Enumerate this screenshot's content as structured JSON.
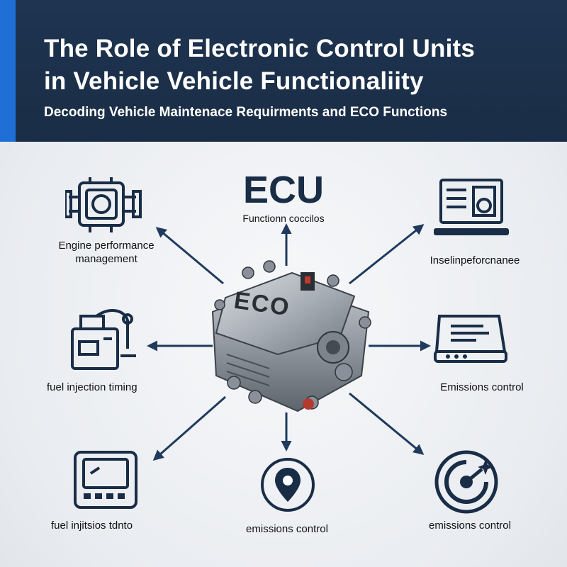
{
  "header": {
    "title_line1": "The Role of Electronic Control Units",
    "title_line2": "in Vehicle Vehicle Functionaliity",
    "subtitle": "Decoding Vehicle Maintenace Requirments and ECO Functions"
  },
  "center": {
    "title": "ECU",
    "subtitle": "Functionn coccilos",
    "module_text": "ECO"
  },
  "nodes": {
    "top_left": {
      "line1": "Engine performance",
      "line2": "management",
      "icon": "engine-block-icon"
    },
    "top_right": {
      "label": "Inselinpeforcnanee",
      "icon": "computer-monitor-icon"
    },
    "mid_left": {
      "label": "fuel injection timing",
      "icon": "fuel-pump-icon"
    },
    "mid_right": {
      "label": "Emissions control",
      "icon": "tablet-device-icon"
    },
    "bottom_left": {
      "label": "fuel injitsios tdnto",
      "icon": "diagnostic-scanner-icon"
    },
    "bottom_center": {
      "label": "emissions control",
      "icon": "location-pin-icon"
    },
    "bottom_right": {
      "label": "emissions control",
      "icon": "gauge-icon"
    }
  },
  "colors": {
    "header_bg": "#1e3450",
    "accent": "#1f6fd6",
    "arrow": "#1f3a5c",
    "icon": "#1a2d46"
  }
}
